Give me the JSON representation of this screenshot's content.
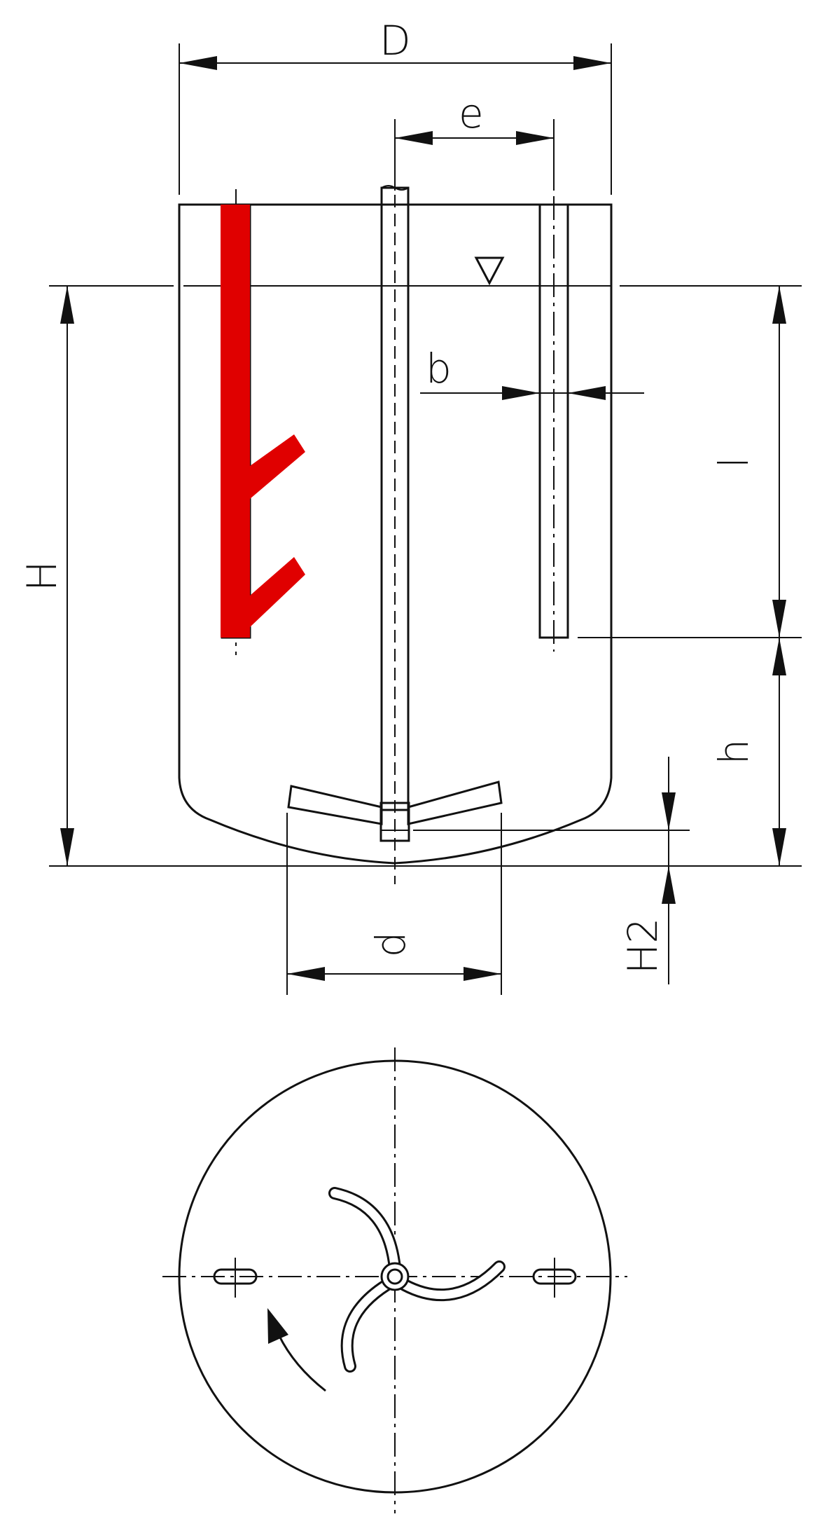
{
  "labels": {
    "D": "D",
    "e": "e",
    "b": "b",
    "l": "l",
    "H": "H",
    "h": "h",
    "d": "d",
    "H2": "H2"
  },
  "colors": {
    "line": "#111111",
    "highlight_baffle": "#e00000"
  }
}
